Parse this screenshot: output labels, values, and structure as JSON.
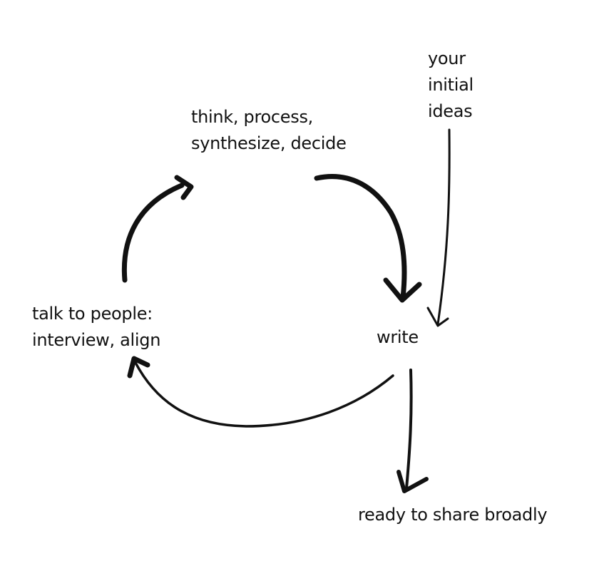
{
  "diagram": {
    "nodes": {
      "initial_ideas": {
        "lines": [
          "your",
          "initial",
          "ideas"
        ]
      },
      "think": {
        "lines": [
          "think, process,",
          "synthesize, decide"
        ]
      },
      "talk": {
        "lines": [
          "talk to people:",
          "interview, align"
        ]
      },
      "write": {
        "lines": [
          "write"
        ]
      },
      "share": {
        "lines": [
          "ready to share broadly"
        ]
      }
    },
    "edges": [
      {
        "from": "initial_ideas",
        "to": "write"
      },
      {
        "from": "think",
        "to": "write"
      },
      {
        "from": "write",
        "to": "talk"
      },
      {
        "from": "talk",
        "to": "think"
      },
      {
        "from": "write",
        "to": "share"
      }
    ],
    "colors": {
      "ink": "#111111",
      "background": "#ffffff"
    }
  }
}
